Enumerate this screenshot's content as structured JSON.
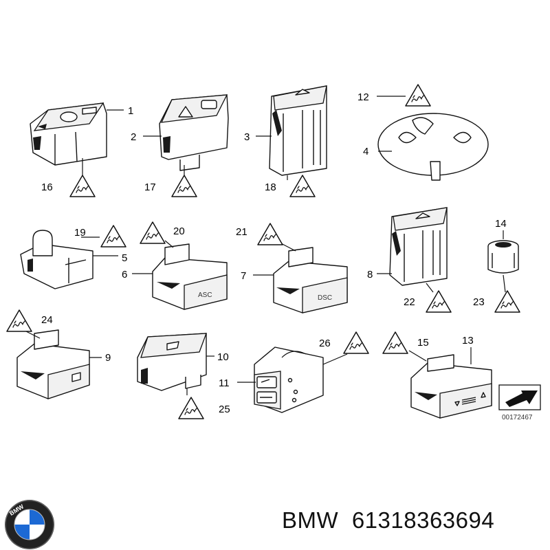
{
  "callouts": [
    "1",
    "2",
    "3",
    "4",
    "5",
    "6",
    "7",
    "8",
    "9",
    "10",
    "11",
    "12",
    "13",
    "14",
    "15",
    "16",
    "17",
    "18",
    "19",
    "20",
    "21",
    "22",
    "23",
    "24",
    "25",
    "26"
  ],
  "button_labels": {
    "asc": "ASC",
    "dsc": "DSC"
  },
  "diagram_code": "00172467",
  "footer": {
    "brand": "BMW",
    "part_number": "61318363694"
  },
  "logo": {
    "text": "BMW",
    "colors": {
      "blue": "#1c69d4",
      "white": "#ffffff",
      "ring": "#222222"
    }
  }
}
